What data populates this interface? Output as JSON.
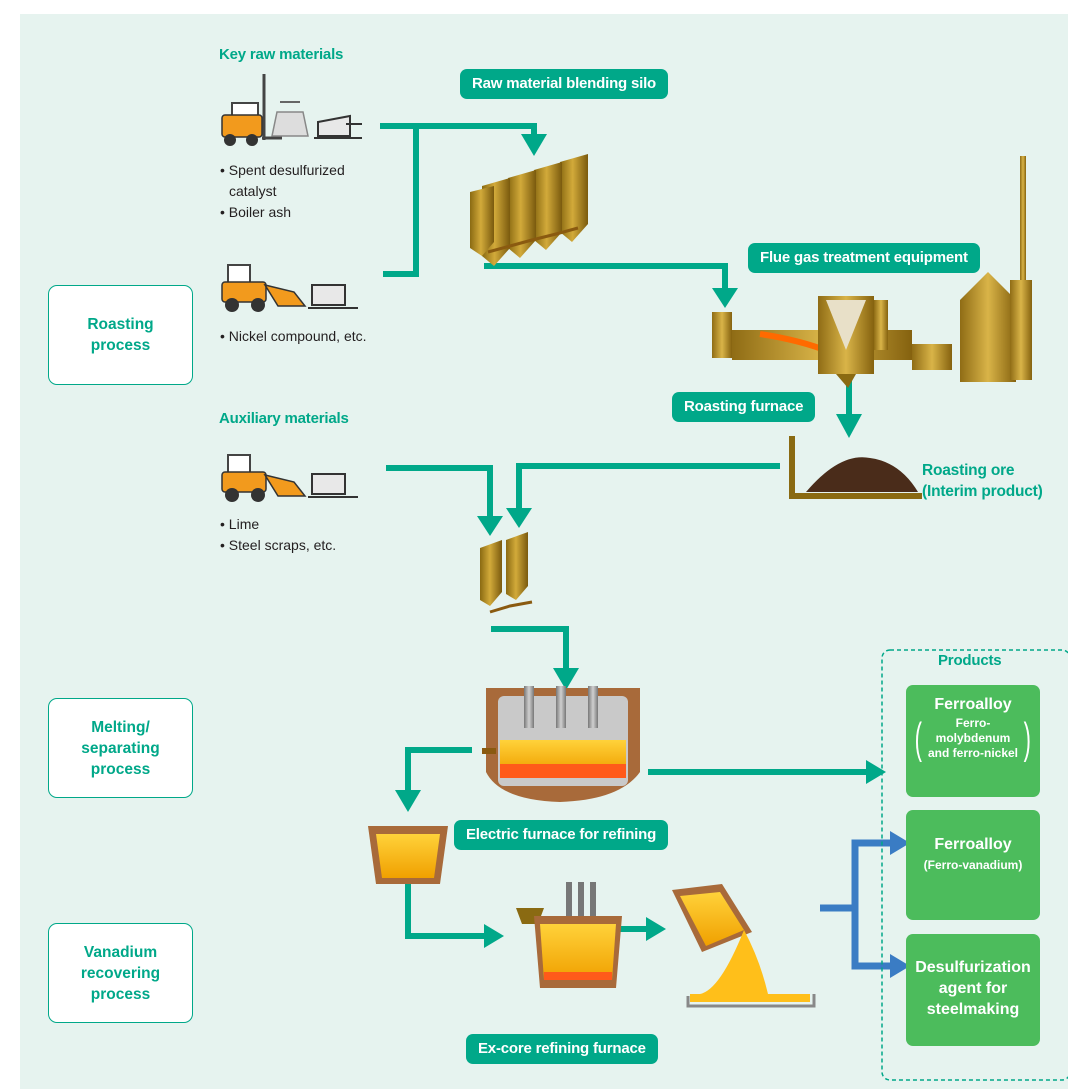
{
  "raw_materials": {
    "heading": "Key raw materials",
    "items_a": [
      "• Spent desulfurized",
      "catalyst",
      "• Boiler ash"
    ],
    "items_b": [
      "• Nickel compound, etc."
    ]
  },
  "auxiliary": {
    "heading": "Auxiliary materials",
    "items": [
      "• Lime",
      "• Steel scraps, etc."
    ]
  },
  "labels": {
    "blending_silo": "Raw material blending silo",
    "flue_gas": "Flue gas treatment equipment",
    "roasting_furnace": "Roasting furnace",
    "electric_furnace": "Electric furnace for refining",
    "ex_core": "Ex-core refining furnace"
  },
  "roasting_ore": {
    "line1": "Roasting ore",
    "line2": "(Interim product)"
  },
  "processes": {
    "roasting": [
      "Roasting",
      "process"
    ],
    "melting": [
      "Melting/",
      "separating",
      "process"
    ],
    "vanadium": [
      "Vanadium",
      "recovering",
      "process"
    ]
  },
  "products": {
    "heading": "Products",
    "p1": {
      "title": "Ferroalloy",
      "sub": [
        "Ferro-",
        "molybdenum",
        "and ferro-nickel"
      ]
    },
    "p2": {
      "title": "Ferroalloy",
      "sub": "(Ferro-vanadium)"
    },
    "p3": {
      "title": [
        "Desulfurization",
        "agent for",
        "steelmaking"
      ]
    }
  },
  "colors": {
    "accent": "#00a889",
    "arrow": "#00a889",
    "product_arrow": "#3a7cc4",
    "product_box": "#4cbc5c",
    "panel": "#e6f3ef"
  }
}
